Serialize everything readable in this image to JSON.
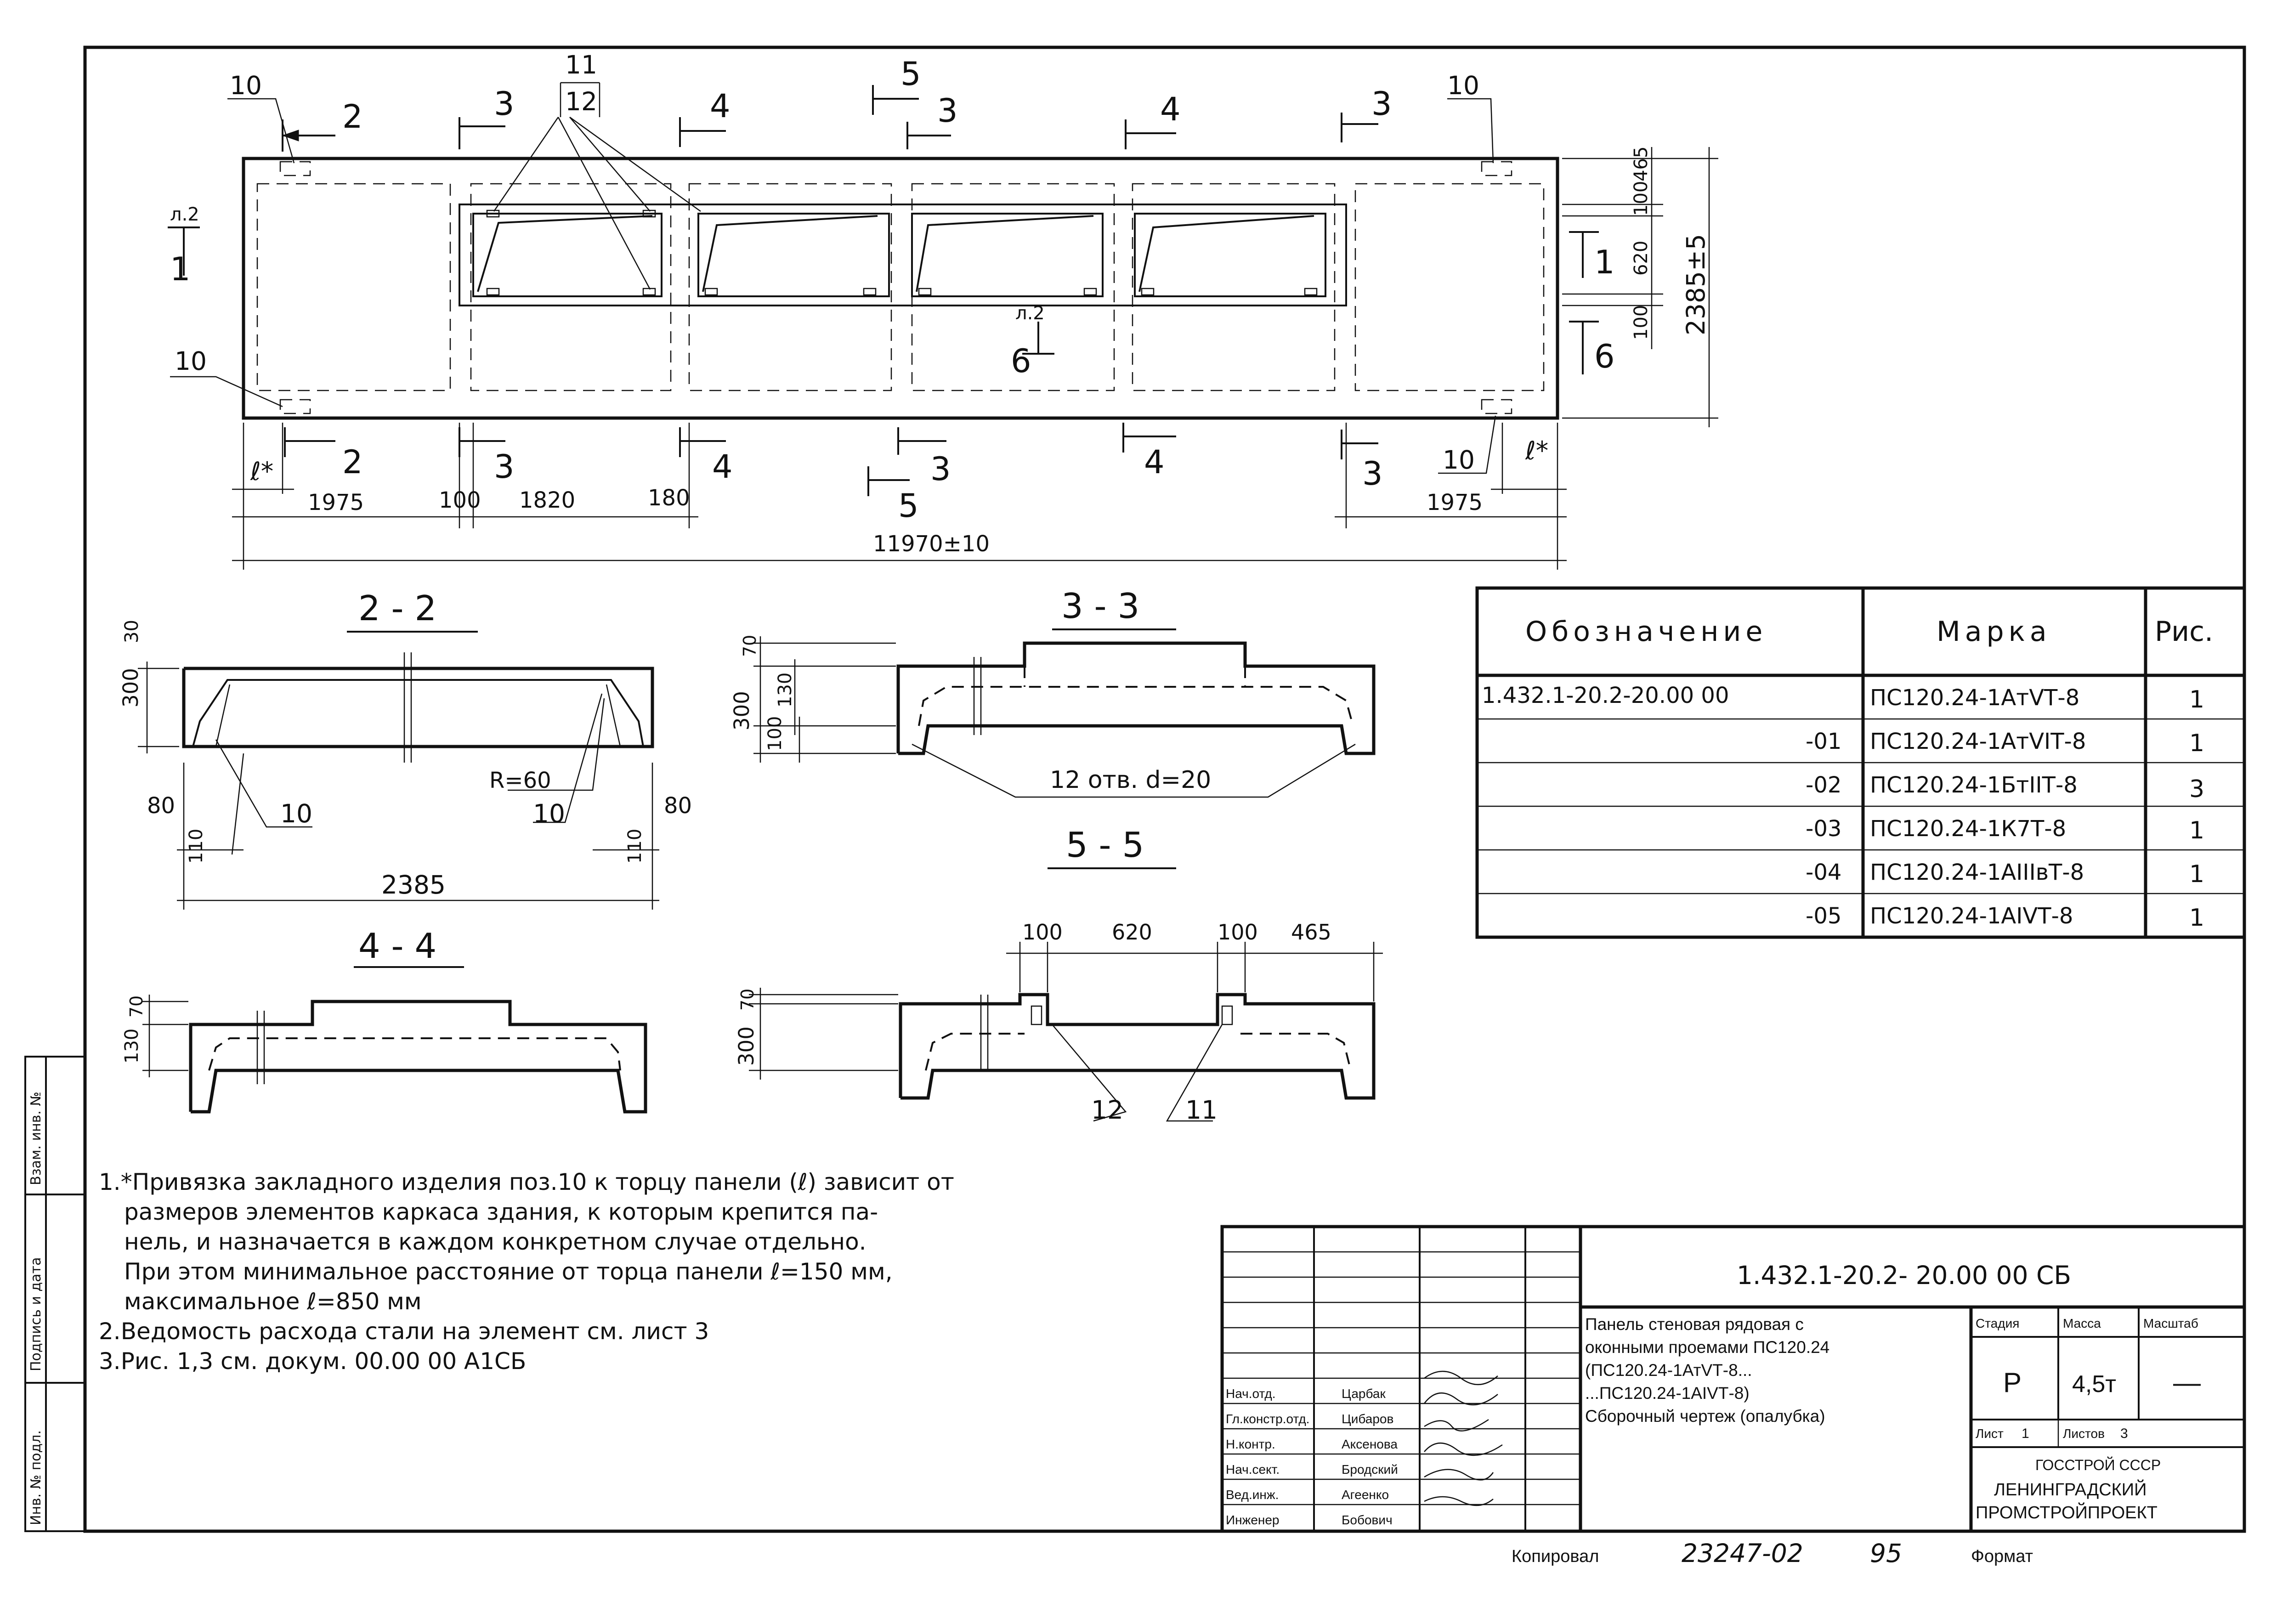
{
  "plan": {
    "sec2": "2",
    "sec3": "3",
    "sec4": "4",
    "sec5": "5",
    "sec1": "1",
    "sec6": "6",
    "pos10": "10",
    "pos11": "11",
    "pos12": "12",
    "lref": "л.2",
    "estar": "ℓ*",
    "dims": {
      "d1975": "1975",
      "d100": "100",
      "d1820": "1820",
      "d180": "180",
      "total": "11970±10",
      "h465": "465",
      "h100a": "100",
      "h620": "620",
      "h100b": "100",
      "height": "2385±5"
    }
  },
  "section_2_2": {
    "title": "2 - 2",
    "d30": "30",
    "d300": "300",
    "d80": "80",
    "d110": "110",
    "r60": "R=60",
    "pos10": "10",
    "d2385": "2385"
  },
  "section_3_3": {
    "title": "3 - 3",
    "d70": "70",
    "d300": "300",
    "d130": "130",
    "d100": "100",
    "holes": "12 отв. d=20"
  },
  "section_4_4": {
    "title": "4 - 4",
    "d70": "70",
    "d130": "130"
  },
  "section_5_5": {
    "title": "5 - 5",
    "d100a": "100",
    "d620": "620",
    "d100b": "100",
    "d465": "465",
    "d70": "70",
    "d300": "300",
    "pos12": "12",
    "pos11": "11"
  },
  "spec_table": {
    "headers": [
      "Обозначение",
      "Марка",
      "Рис."
    ],
    "rows": [
      {
        "designation": "1.432.1-20.2-20.00 00",
        "mark": "ПС120.24-1АтVТ-8",
        "fig": "1"
      },
      {
        "designation": "-01",
        "mark": "ПС120.24-1АтVIТ-8",
        "fig": "1"
      },
      {
        "designation": "-02",
        "mark": "ПС120.24-1БтIIТ-8",
        "fig": "3"
      },
      {
        "designation": "-03",
        "mark": "ПС120.24-1К7Т-8",
        "fig": "1"
      },
      {
        "designation": "-04",
        "mark": "ПС120.24-1АIIIвТ-8",
        "fig": "1"
      },
      {
        "designation": "-05",
        "mark": "ПС120.24-1АIVТ-8",
        "fig": "1"
      }
    ]
  },
  "notes": [
    "1.*Привязка закладного изделия поз.10 к торцу панели (ℓ) зависит от",
    "размеров элементов каркаса здания, к которым крепится па-",
    "нель, и назначается в каждом конкретном случае отдельно.",
    "При этом минимальное расстояние от торца панели ℓ=150 мм,",
    "максимальное ℓ=850 мм",
    "2.Ведомость расхода стали на элемент см. лист 3",
    "3.Рис. 1,3  см. докум. 00.00 00 А1СБ"
  ],
  "left_margin": {
    "inv_pod": "Инв. № подл.",
    "podpis": "Подпись и дата",
    "vzam": "Взам. инв. №"
  },
  "title_block": {
    "doc_number": "1.432.1-20.2- 20.00 00 СБ",
    "title_lines": [
      "Панель стеновая рядовая с",
      "оконными проемами ПС120.24",
      "(ПС120.24-1АтVТ-8...",
      "...ПС120.24-1АIVТ-8)",
      "Сборочный чертеж (опалубка)"
    ],
    "stage_label": "Стадия",
    "mass_label": "Масса",
    "scale_label": "Масштаб",
    "stage": "Р",
    "mass": "4,5т",
    "scale": "—",
    "sheet_label": "Лист",
    "sheet": "1",
    "sheets_label": "Листов",
    "sheets": "3",
    "org1": "ГОССТРОЙ СССР",
    "org2": "ЛЕНИНГРАДСКИЙ",
    "org3": "ПРОМСТРОЙПРОЕКТ",
    "staff": [
      {
        "role": "Нач.отд.",
        "name": "Царбак"
      },
      {
        "role": "Гл.констр.отд.",
        "name": "Цибаров"
      },
      {
        "role": "Н.контр.",
        "name": "Аксенова"
      },
      {
        "role": "Нач.сект.",
        "name": "Бродский"
      },
      {
        "role": "Вед.инж.",
        "name": "Агеенко"
      },
      {
        "role": "Инженер",
        "name": "Бобович"
      }
    ]
  },
  "footer": {
    "copied_label": "Копировал",
    "code": "23247-02",
    "page": "95",
    "format_label": "Формат"
  }
}
